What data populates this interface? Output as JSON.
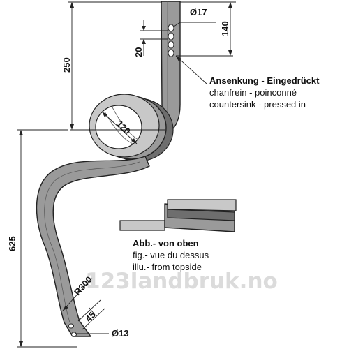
{
  "dimensions": {
    "hole_diameter": "Ø17",
    "hole_group_length": "140",
    "hole_spacing": "20",
    "shank_height": "250",
    "coil_diameter": "120",
    "total_height": "625",
    "bend_radius": "R300",
    "tip_offset": "45",
    "tip_hole_diameter": "Ø13"
  },
  "note_countersink": {
    "de": "Ansenkung - Eingedrückt",
    "fr": "chanfrein - poinconné",
    "en": "countersink - pressed in"
  },
  "note_topview": {
    "de": "Abb.- von oben",
    "fr": "fig.- vue du dessus",
    "en": "illu.- from topside"
  },
  "watermark": "123landbruk.no"
}
